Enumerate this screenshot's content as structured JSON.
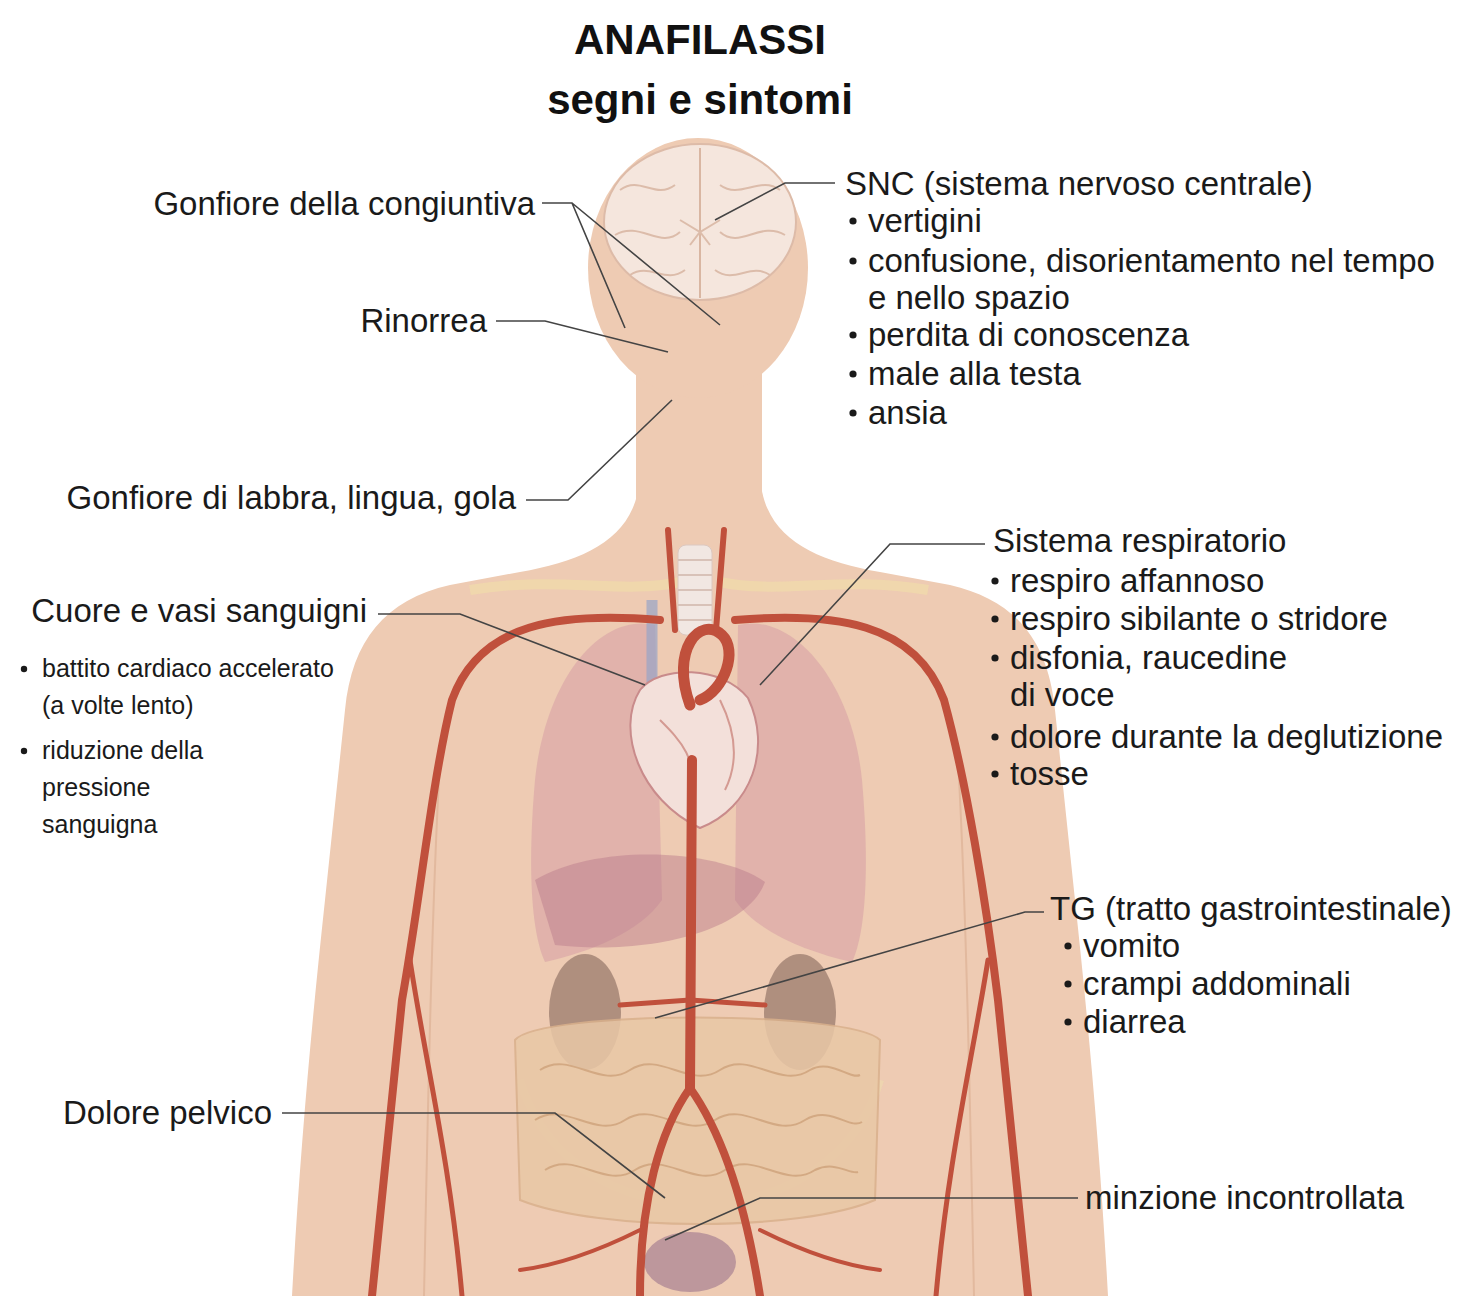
{
  "diagram": {
    "title": "ANAFILASSI segni e sintomi",
    "labels": [
      "Gonfiore della congiuntiva",
      "Rinorrea",
      "Gonfiore di labbra, lingua, gola",
      "Cuore e vasi sanguigni",
      "battito cardiaco accelerato (a volte lento)",
      "riduzione della pressione sanguigna",
      "Dolore pelvico",
      "SNC (sistema nervoso centrale)",
      "vertigini",
      "confusione, disorientamento nel tempo e nello spazio",
      "perdita di conoscenza",
      "male alla testa",
      "ansia",
      "Sistema respiratorio",
      "respiro affannoso",
      "respiro sibilante o stridore",
      "disfonia, raucedine di voce",
      "dolore durante la deglutizione",
      "tosse",
      "TG (tratto gastrointestinale)",
      "vomito",
      "crampi addominali",
      "diarrea",
      "minzione incontrollata"
    ]
  }
}
